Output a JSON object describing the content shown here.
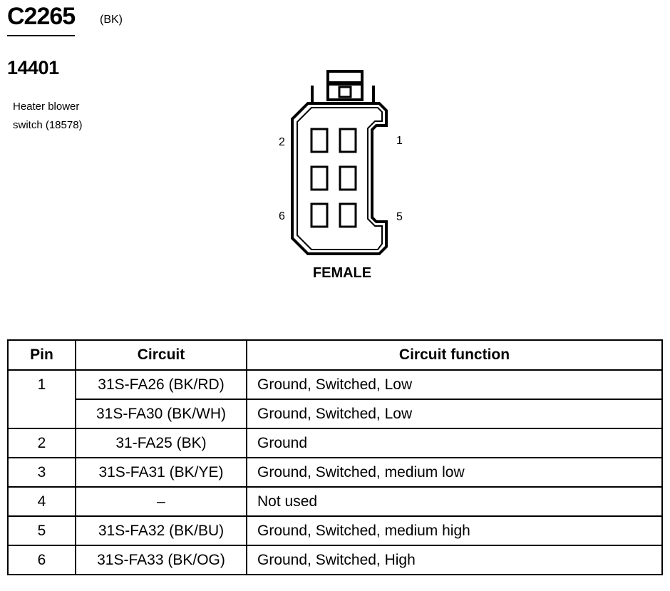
{
  "connector": {
    "id": "C2265",
    "color_code": "(BK)",
    "part_number": "14401",
    "description_lines": [
      "Heater blower",
      "switch (18578)"
    ],
    "gender": "FEMALE",
    "pin_labels": {
      "p1": "1",
      "p2": "2",
      "p5": "5",
      "p6": "6"
    }
  },
  "table": {
    "headers": {
      "pin": "Pin",
      "circuit": "Circuit",
      "function": "Circuit function"
    },
    "rows": [
      {
        "pin": "1",
        "circuit": "31S-FA26 (BK/RD)",
        "function": "Ground, Switched, Low"
      },
      {
        "pin": "",
        "circuit": "31S-FA30 (BK/WH)",
        "function": "Ground, Switched, Low"
      },
      {
        "pin": "2",
        "circuit": "31-FA25 (BK)",
        "function": "Ground"
      },
      {
        "pin": "3",
        "circuit": "31S-FA31 (BK/YE)",
        "function": "Ground, Switched, medium low"
      },
      {
        "pin": "4",
        "circuit": "–",
        "function": "Not used"
      },
      {
        "pin": "5",
        "circuit": "31S-FA32 (BK/BU)",
        "function": "Ground, Switched, medium high"
      },
      {
        "pin": "6",
        "circuit": "31S-FA33 (BK/OG)",
        "function": "Ground, Switched, High"
      }
    ]
  }
}
